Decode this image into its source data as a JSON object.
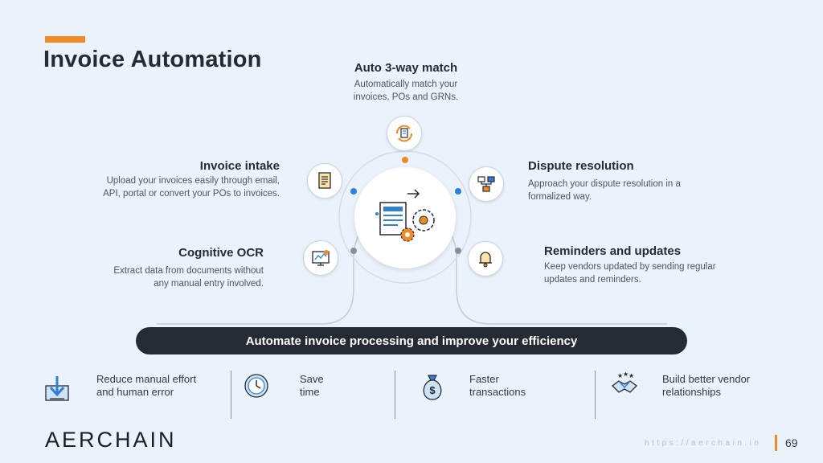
{
  "title": "Invoice Automation",
  "features": {
    "three_way": {
      "title": "Auto 3-way match",
      "desc_line1": "Automatically match your",
      "desc_line2": "invoices, POs and GRNs."
    },
    "intake": {
      "title": "Invoice intake",
      "desc_line1": "Upload your invoices easily through email,",
      "desc_line2": "API, portal or convert your POs to invoices."
    },
    "ocr": {
      "title": "Cognitive OCR",
      "desc_line1": "Extract data from documents without",
      "desc_line2": "any manual entry involved."
    },
    "dispute": {
      "title": "Dispute resolution",
      "desc_line1": "Approach your dispute resolution in a",
      "desc_line2": "formalized way."
    },
    "reminders": {
      "title": "Reminders and updates",
      "desc_line1": "Keep vendors updated by sending regular",
      "desc_line2": "updates and reminders."
    }
  },
  "banner": "Automate invoice processing and improve your efficiency",
  "benefits": [
    {
      "line1": "Reduce manual effort",
      "line2": "and human error",
      "icon": "download-icon"
    },
    {
      "line1": "Save",
      "line2": "time",
      "icon": "clock-icon"
    },
    {
      "line1": "Faster",
      "line2": "transactions",
      "icon": "money-bag-icon"
    },
    {
      "line1": "Build better vendor",
      "line2": "relationships",
      "icon": "handshake-icon"
    }
  ],
  "footer": {
    "logo": "AERCHAIN",
    "url": "https://aerchain.io",
    "page": "69"
  },
  "colors": {
    "accent": "#f08a24",
    "dark": "#262a33",
    "blue": "#2f7fd8",
    "gray": "#8a8f97",
    "background": "#eaf2fb"
  }
}
